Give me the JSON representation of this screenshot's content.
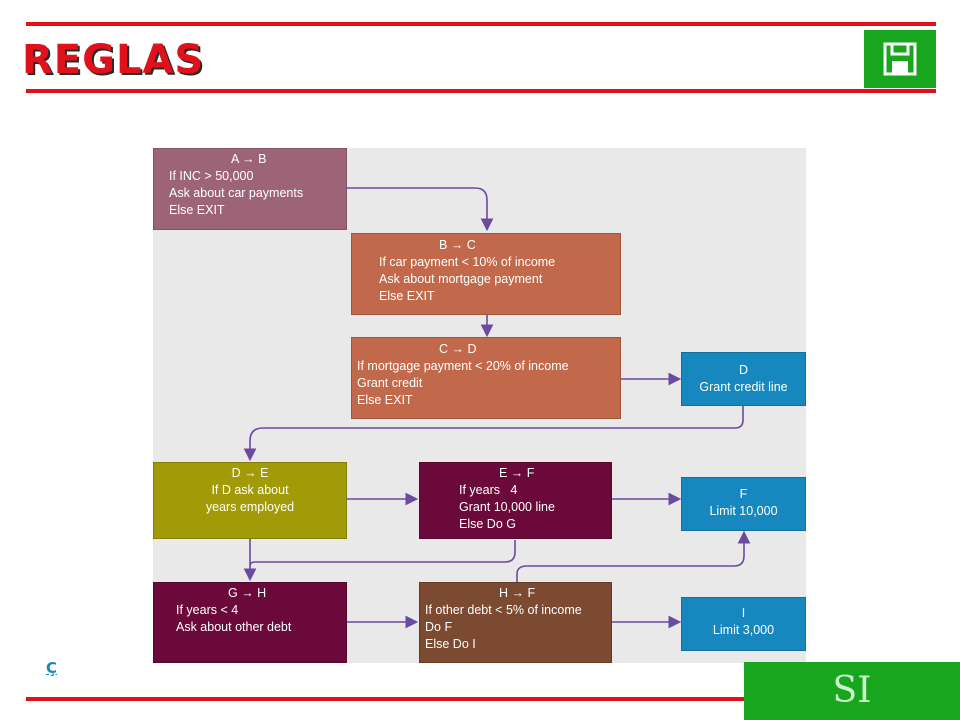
{
  "header": {
    "title": "REGLAS",
    "save_icon": "floppy-disk-icon"
  },
  "diagram": {
    "nodes": {
      "ab": {
        "head": "A → B",
        "lines": [
          "If INC > 50,000",
          "Ask about car payments",
          "Else EXIT"
        ]
      },
      "bc": {
        "head": "B → C",
        "lines": [
          "If car payment < 10% of income",
          "Ask about mortgage payment",
          "Else EXIT"
        ]
      },
      "cd": {
        "head": "C → D",
        "lines": [
          "If mortgage payment < 20% of income",
          "Grant credit",
          "Else EXIT"
        ]
      },
      "d": {
        "head": "D",
        "lines": [
          "Grant credit line"
        ]
      },
      "de": {
        "head": "D → E",
        "lines": [
          "If D ask about",
          "years employed"
        ]
      },
      "ef": {
        "head": "E → F",
        "lines": [
          "If years   4",
          "Grant 10,000 line",
          "Else Do G"
        ]
      },
      "f": {
        "head": "F",
        "lines": [
          "Limit 10,000"
        ]
      },
      "gh": {
        "head": "G → H",
        "lines": [
          "If years < 4",
          "Ask about other debt"
        ]
      },
      "hf": {
        "head": "H → F",
        "lines": [
          "If other debt < 5% of income",
          "Do F",
          "Else Do I"
        ]
      },
      "i": {
        "head": "I",
        "lines": [
          "Limit 3,000"
        ]
      }
    },
    "colors": {
      "node_bg": "#e9e9e9",
      "arrow": "#6a4ba0"
    }
  },
  "footer": {
    "nav_glyph": "Ç",
    "nav_icon": "back-link-icon",
    "si_label": "SI"
  }
}
